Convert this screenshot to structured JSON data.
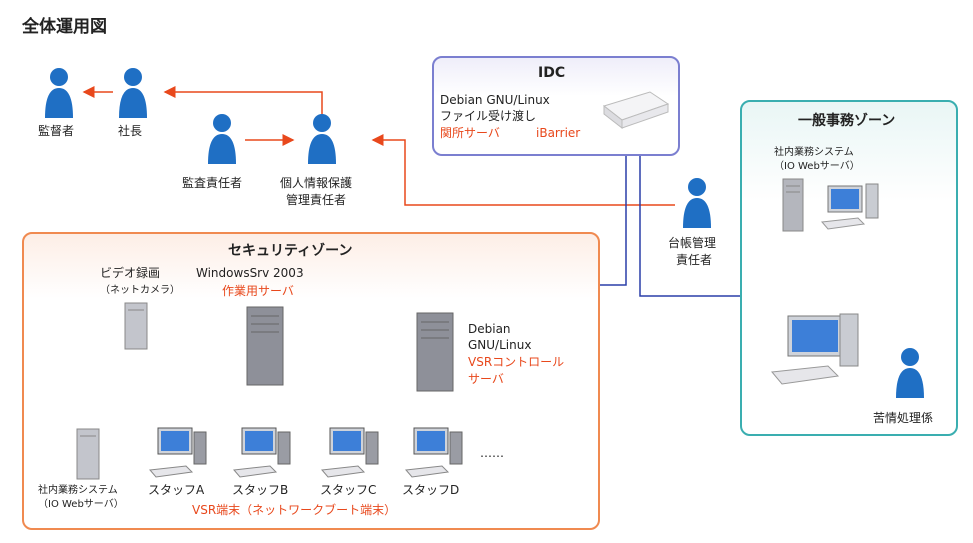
{
  "title": "全体運用図",
  "idc": {
    "title": "IDC",
    "line1": "Debian GNU/Linux",
    "line2": "ファイル受け渡し",
    "line3": "関所サーバ",
    "device": "iBarrier"
  },
  "general_zone": {
    "title": "一般事務ゾーン",
    "system_line1": "社内業務システム",
    "system_line2": "（IO Webサーバ）",
    "complaint": "苦情処理係"
  },
  "security_zone": {
    "title": "セキュリティゾーン",
    "video_line1": "ビデオ録画",
    "video_line2": "（ネットカメラ）",
    "windows_line1": "WindowsSrv 2003",
    "windows_line2": "作業用サーバ",
    "debian_line1": "Debian",
    "debian_line2": "GNU/Linux",
    "debian_line3": "VSRコントロール",
    "debian_line4": "サーバ",
    "system_line1": "社内業務システム",
    "system_line2": "（IO Webサーバ）",
    "staff": [
      "スタッフA",
      "スタッフB",
      "スタッフC",
      "スタッフD"
    ],
    "ellipsis": "……",
    "vsr_terminal": "VSR端末（ネットワークブート端末）"
  },
  "people": {
    "supervisor": "監督者",
    "president": "社長",
    "auditor": "監査責任者",
    "privacy_line1": "個人情報保護",
    "privacy_line2": "管理責任者",
    "ledger_line1": "台帳管理",
    "ledger_line2": "責任者"
  },
  "colors": {
    "person_blue": "#1f6fc4",
    "arrow_red": "#e8481c",
    "network_blue": "#2a3fa8",
    "idc_border": "#7b7fd0",
    "general_border": "#3aaeb0",
    "security_border": "#f08a50"
  }
}
